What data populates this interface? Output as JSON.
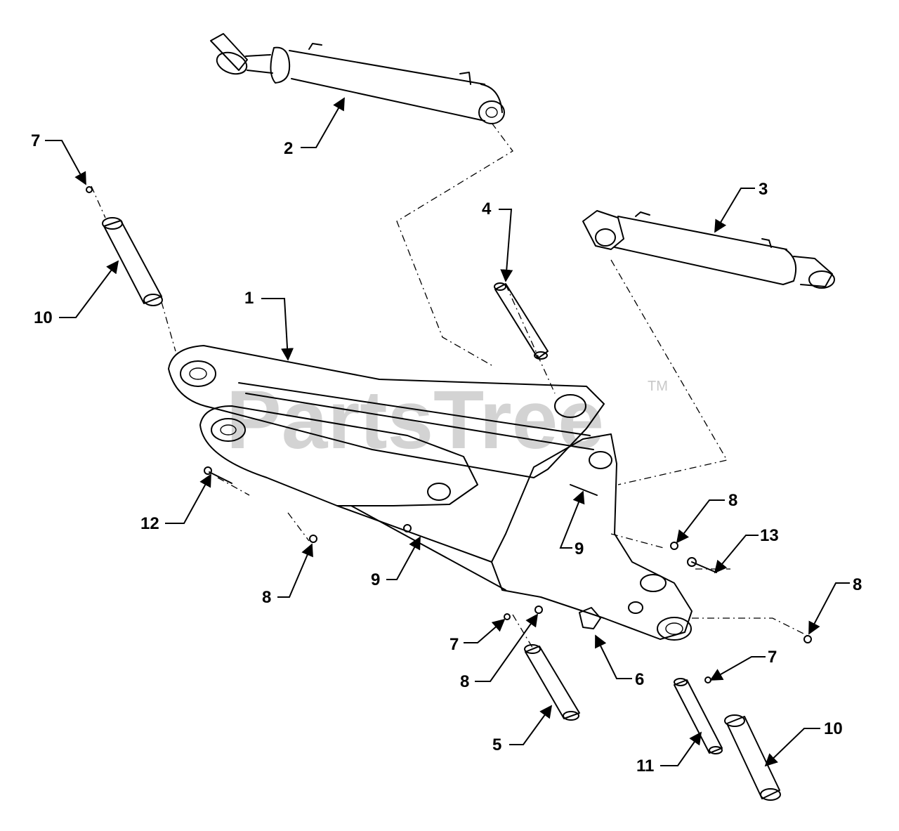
{
  "watermark": {
    "text": "PartsTree",
    "trademark": "TM"
  },
  "callouts": {
    "c1": "1",
    "c2": "2",
    "c3": "3",
    "c4": "4",
    "c5": "5",
    "c6": "6",
    "c7a": "7",
    "c7b": "7",
    "c7c": "7",
    "c8a": "8",
    "c8b": "8",
    "c8c": "8",
    "c8d": "8",
    "c9a": "9",
    "c9b": "9",
    "c10a": "10",
    "c10b": "10",
    "c11": "11",
    "c12": "12",
    "c13": "13"
  }
}
